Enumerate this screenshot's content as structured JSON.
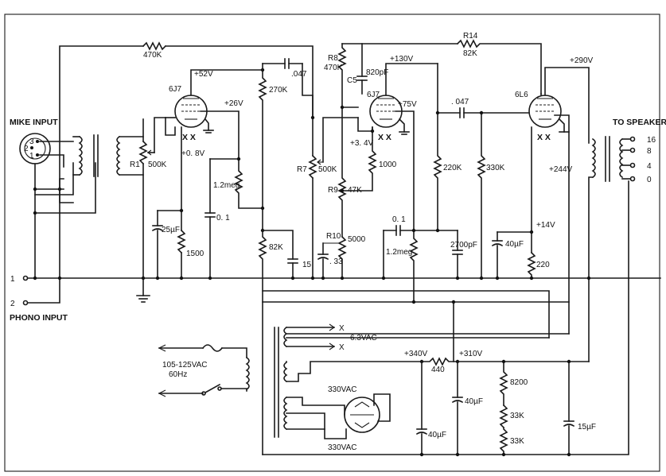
{
  "labels": {
    "mike_input": "MIKE INPUT",
    "phono_input": "PHONO INPUT",
    "to_speaker": "TO SPEAKER",
    "phono_pin1": "1",
    "phono_pin2": "2",
    "mike_pin3": "3",
    "mike_pin2": "2",
    "mike_pin1": "1",
    "mains": "105-125VAC",
    "mains_freq": "60Hz",
    "heater": "6.3VAC",
    "hv_top": "330VAC",
    "hv_bottom": "330VAC",
    "x1": "X",
    "x2": "X"
  },
  "tubes": {
    "v1": "6J7",
    "v2": "6J7",
    "v3": "6L6",
    "v1_heater": "X X",
    "v2_heater": "X X",
    "v3_heater": "X X"
  },
  "resistors": {
    "r_fb1": "470K",
    "r1_name": "R1",
    "r1": "500K",
    "r_270k": "270K",
    "r_12meg_a": "1.2meg",
    "r_1500": "1500",
    "r_82k": "82K",
    "r8_name": "R8",
    "r8": "470K",
    "r7_name": "R7",
    "r7": "500K",
    "r_1000": "1000",
    "r9_name": "R9",
    "r9": "47K",
    "r10_name": "R10",
    "r10": "5000",
    "r_12meg_b": "1.2meg",
    "r_220k": "220K",
    "r_330k": "330K",
    "r14_name": "R14",
    "r14": "82K",
    "r_220": "220",
    "r_440": "440",
    "r_8200": "8200",
    "r_33k_a": "33K",
    "r_33k_b": "33K"
  },
  "capacitors": {
    "c_047_a": ".047",
    "c_01_a": "0. 1",
    "c_25uf": "25µF",
    "c_15": "15",
    "c5_name": "C5",
    "c5": "820pF",
    "c_047_b": ". 047",
    "c_01_b": "0. 1",
    "c_33": ". 33",
    "c_2700": "2700pF",
    "c_40uf_a": "40µF",
    "c_40uf_b": "40µF",
    "c_40uf_c": "40µF",
    "c_15uf": "15µF"
  },
  "voltages": {
    "v_52": "+52V",
    "v_26": "+26V",
    "v_08": "+0. 8V",
    "v_130": "+130V",
    "v_75": "+75V",
    "v_34": "+3. 4V",
    "v_290": "+290V",
    "v_244": "+244V",
    "v_14": "+14V",
    "v_340": "+340V",
    "v_310": "+310V"
  },
  "speaker_taps": [
    "16",
    "8",
    "4",
    "0"
  ]
}
